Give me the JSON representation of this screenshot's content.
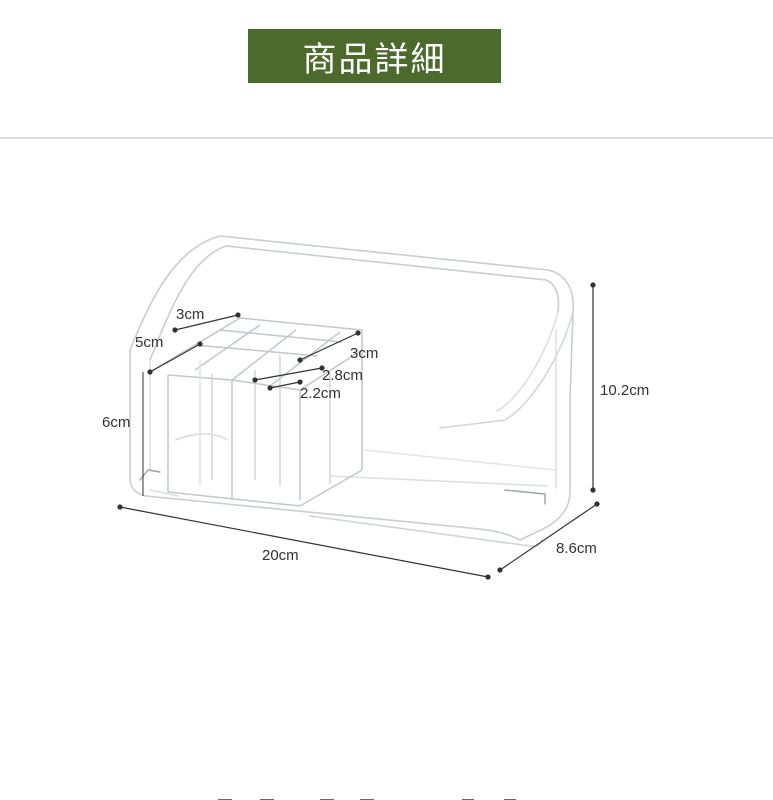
{
  "header": {
    "title": "商品詳細",
    "background_color": "#4b6a2c",
    "text_color": "#ffffff"
  },
  "product": {
    "image_subject": "clear acrylic desk organizer with compartments",
    "dimensions": {
      "slot_width": "3cm",
      "slot_depth_top": "5cm",
      "slot_width_right": "3cm",
      "slot_inner_1": "2.8cm",
      "slot_inner_2": "2.2cm",
      "slot_height": "6cm",
      "overall_height": "10.2cm",
      "overall_length": "20cm",
      "overall_depth": "8.6cm"
    }
  },
  "colors": {
    "divider": "#dedede",
    "label_text": "#333333",
    "dimension_line": "#333333",
    "acrylic_edge": "#c9cdd1"
  }
}
